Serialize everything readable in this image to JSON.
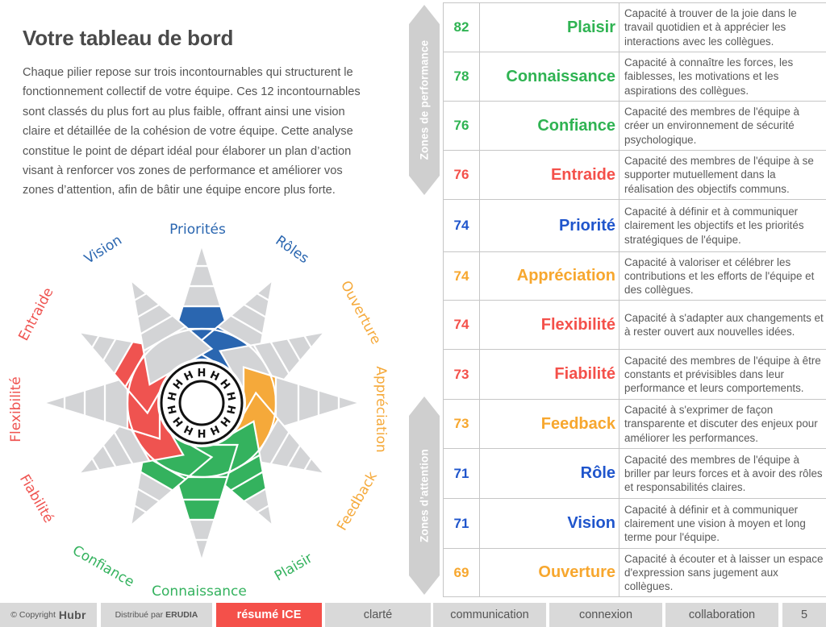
{
  "header": {
    "title": "Votre tableau de bord",
    "intro": "Chaque pilier repose sur trois incontournables qui structurent le fonctionnement collectif de votre équipe. Ces 12 incontournables sont classés du plus fort au plus faible, offrant ainsi une vision claire et détaillée de la cohésion de votre équipe. Cette analyse constitue le point de départ idéal pour élaborer un plan d’action visant à renforcer vos zones de performance et améliorer vos zones d’attention, afin de bâtir une équipe encore plus forte."
  },
  "colors": {
    "clarte_blue": "#2a66b0",
    "communication_orange": "#f5a93a",
    "connexion_green": "#34b25e",
    "collaboration_red": "#ef5350",
    "inactive_gray": "#d3d4d6",
    "active_tab": "#f4504a",
    "tab_gray": "#d9d9d9",
    "table_green": "#2fb352",
    "table_blue": "#1f55cc",
    "table_orange": "#f7a72e",
    "table_red": "#f4504a"
  },
  "zones": {
    "performance": "Zones de performance",
    "attention": "Zones d’attention"
  },
  "table": {
    "rows": [
      {
        "score": "82",
        "name": "Plaisir",
        "color": "#2fb352",
        "description": "Capacité à trouver de la joie dans le travail quotidien et à apprécier les interactions avec les collègues."
      },
      {
        "score": "78",
        "name": "Connaissance",
        "color": "#2fb352",
        "description": "Capacité à connaître les forces, les faiblesses, les motivations et les aspirations des collègues."
      },
      {
        "score": "76",
        "name": "Confiance",
        "color": "#2fb352",
        "description": "Capacité des membres de l'équipe à créer un environnement de sécurité psychologique."
      },
      {
        "score": "76",
        "name": "Entraide",
        "color": "#f4504a",
        "description": "Capacité des membres de l'équipe à se supporter mutuellement dans la réalisation des objectifs communs."
      },
      {
        "score": "74",
        "name": "Priorité",
        "color": "#1f55cc",
        "description": "Capacité à définir et à communiquer clairement les objectifs et les priorités stratégiques de l'équipe."
      },
      {
        "score": "74",
        "name": "Appréciation",
        "color": "#f7a72e",
        "description": "Capacité à valoriser et célébrer les contributions et les efforts de l'équipe et des collègues."
      },
      {
        "score": "74",
        "name": "Flexibilité",
        "color": "#f4504a",
        "description": "Capacité à s'adapter aux changements et à rester ouvert aux nouvelles idées."
      },
      {
        "score": "73",
        "name": "Fiabilité",
        "color": "#f4504a",
        "description": "Capacité des membres de l'équipe à être constants et prévisibles dans leur performance et leurs comportements."
      },
      {
        "score": "73",
        "name": "Feedback",
        "color": "#f7a72e",
        "description": "Capacité à s'exprimer de façon transparente et discuter des enjeux pour améliorer les performances."
      },
      {
        "score": "71",
        "name": "Rôle",
        "color": "#1f55cc",
        "description": "Capacité des membres de l'équipe à briller par leurs forces et à avoir des rôles et responsabilités claires."
      },
      {
        "score": "71",
        "name": "Vision",
        "color": "#1f55cc",
        "description": "Capacité à définir et à communiquer clairement une vision à moyen et long terme pour l'équipe."
      },
      {
        "score": "69",
        "name": "Ouverture",
        "color": "#f7a72e",
        "description": "Capacité à écouter et à laisser un espace d'expression sans jugement aux collègues."
      }
    ]
  },
  "chart_data": {
    "type": "radial-star",
    "title": "",
    "center_logo": "HHHHHHHHHHHHHH",
    "segments_per_ray": 5,
    "axes": [
      {
        "label": "Priorités",
        "angle_deg": -90,
        "pillar": "clarté",
        "color": "#2a66b0",
        "filled_segments": 2
      },
      {
        "label": "Rôles",
        "angle_deg": -60,
        "pillar": "clarté",
        "color": "#2a66b0",
        "filled_segments": 1
      },
      {
        "label": "Ouverture",
        "angle_deg": -30,
        "pillar": "communication",
        "color": "#f5a93a",
        "filled_segments": 0
      },
      {
        "label": "Appréciation",
        "angle_deg": 0,
        "pillar": "communication",
        "color": "#f5a93a",
        "filled_segments": 1
      },
      {
        "label": "Feedback",
        "angle_deg": 30,
        "pillar": "communication",
        "color": "#f5a93a",
        "filled_segments": 1
      },
      {
        "label": "Plaisir",
        "angle_deg": 60,
        "pillar": "connexion",
        "color": "#34b25e",
        "filled_segments": 3
      },
      {
        "label": "Connaissance",
        "angle_deg": 90,
        "pillar": "connexion",
        "color": "#34b25e",
        "filled_segments": 3
      },
      {
        "label": "Confiance",
        "angle_deg": 120,
        "pillar": "connexion",
        "color": "#34b25e",
        "filled_segments": 2
      },
      {
        "label": "Fiabilité",
        "angle_deg": 150,
        "pillar": "collaboration",
        "color": "#ef5350",
        "filled_segments": 1
      },
      {
        "label": "Flexibilité",
        "angle_deg": 180,
        "pillar": "collaboration",
        "color": "#ef5350",
        "filled_segments": 1
      },
      {
        "label": "Entraide",
        "angle_deg": 210,
        "pillar": "collaboration",
        "color": "#ef5350",
        "filled_segments": 2
      },
      {
        "label": "Vision",
        "angle_deg": 240,
        "pillar": "clarté",
        "color": "#2a66b0",
        "filled_segments": 0
      }
    ],
    "scores": {
      "Plaisir": 82,
      "Connaissance": 78,
      "Confiance": 76,
      "Entraide": 76,
      "Priorités": 74,
      "Appréciation": 74,
      "Flexibilité": 74,
      "Fiabilité": 73,
      "Feedback": 73,
      "Rôles": 71,
      "Vision": 71,
      "Ouverture": 69
    }
  },
  "footer": {
    "copyright": "© Copyright",
    "brand": "Hubr",
    "distributed_by": "Distribué par",
    "distributor": "ERUDIA",
    "tabs": [
      {
        "label": "résumé ICE",
        "active": true
      },
      {
        "label": "clarté",
        "active": false
      },
      {
        "label": "communication",
        "active": false
      },
      {
        "label": "connexion",
        "active": false
      },
      {
        "label": "collaboration",
        "active": false
      }
    ],
    "page_number": "5"
  }
}
